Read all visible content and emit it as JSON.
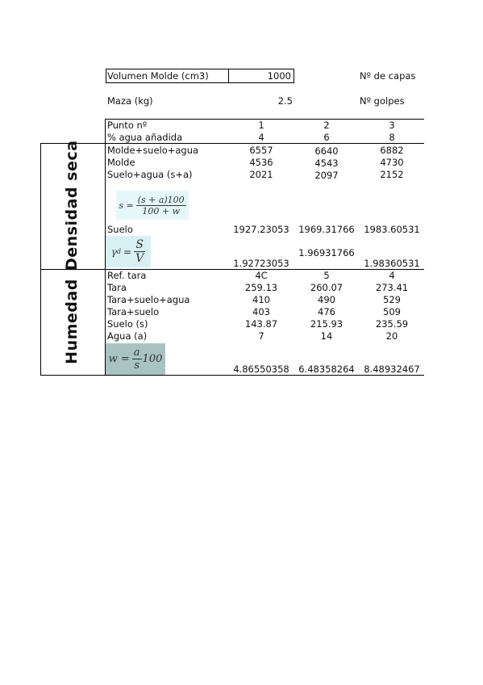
{
  "header": {
    "vol_label": "Volumen Molde (cm3)",
    "vol_value": "1000",
    "capas_label": "Nº de capas",
    "maza_label": "Maza (kg)",
    "maza_value": "2.5",
    "golpes_label": "Nº golpes"
  },
  "section_labels": {
    "densidad": "Densidad seca",
    "humedad": "Humedad"
  },
  "rows": {
    "punto": {
      "label": "Punto nº",
      "v": [
        "1",
        "2",
        "3"
      ]
    },
    "agua_anadida": {
      "label": "% agua añadida",
      "v": [
        "4",
        "6",
        "8"
      ]
    },
    "molde_suelo_agua": {
      "label": "Molde+suelo+agua",
      "v": [
        "6557",
        "6640",
        "6882"
      ]
    },
    "molde": {
      "label": "Molde",
      "v": [
        "4536",
        "4543",
        "4730"
      ]
    },
    "suelo_agua": {
      "label": "Suelo+agua (s+a)",
      "v": [
        "2021",
        "2097",
        "2152"
      ]
    },
    "suelo": {
      "label": "Suelo",
      "v": [
        "1927.23053",
        "1969.31766",
        "1983.60531"
      ]
    },
    "gamma": {
      "v": [
        "1.92723053",
        "1.96931766",
        "1.98360531"
      ]
    },
    "ref_tara": {
      "label": "Ref. tara",
      "v": [
        "4C",
        "5",
        "4"
      ]
    },
    "tara": {
      "label": "Tara",
      "v": [
        "259.13",
        "260.07",
        "273.41"
      ]
    },
    "tara_suelo_agua": {
      "label": "Tara+suelo+agua",
      "v": [
        "410",
        "490",
        "529"
      ]
    },
    "tara_suelo": {
      "label": "Tara+suelo",
      "v": [
        "403",
        "476",
        "509"
      ]
    },
    "suelo_s": {
      "label": "Suelo (s)",
      "v": [
        "143.87",
        "215.93",
        "235.59"
      ]
    },
    "agua_a": {
      "label": "Agua (a)",
      "v": [
        "7",
        "14",
        "20"
      ]
    },
    "w": {
      "v": [
        "4.86550358",
        "6.48358264",
        "8.48932467"
      ]
    }
  },
  "formulas": {
    "s": {
      "lhs": "s =",
      "num": "(s + a)100",
      "den": "100 + w"
    },
    "gamma": {
      "lhs": "γ",
      "sub": "d",
      "eq": "=",
      "num": "S",
      "den": "V"
    },
    "w": {
      "lhs": "w =",
      "num": "a",
      "den": "s",
      "tail": "100"
    }
  },
  "colors": {
    "formula_s_bg": "#e6f7fa",
    "formula_gamma_bg": "#d8f0f4",
    "formula_w_bg": "#a9c3c3"
  }
}
